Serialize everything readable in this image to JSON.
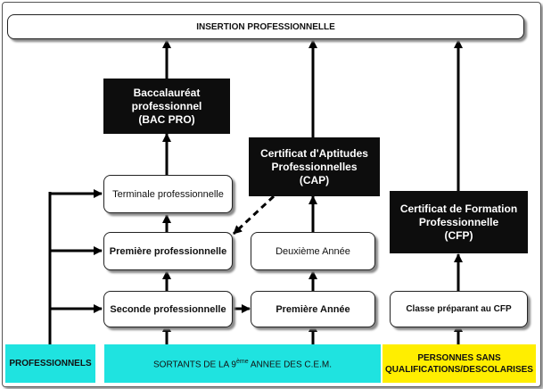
{
  "colors": {
    "cyan": "#1fe3e0",
    "yellow": "#ffee00",
    "black": "#0d0d0d",
    "line": "#000000"
  },
  "top_bar": {
    "label": "INSERTION PROFESSIONNELLE"
  },
  "diplomas": {
    "bac_pro": {
      "line1": "Baccalauréat",
      "line2": "professionnel",
      "line3": "(BAC PRO)"
    },
    "cap": {
      "line1": "Certificat d'Aptitudes",
      "line2": "Professionnelles",
      "line3": "(CAP)"
    },
    "cfp": {
      "line1": "Certificat de Formation",
      "line2": "Professionnelle",
      "line3": "(CFP)"
    }
  },
  "bac_track": {
    "terminale": "Terminale professionnelle",
    "premiere": "Première professionnelle",
    "seconde": "Seconde professionnelle"
  },
  "cap_track": {
    "deuxieme": "Deuxième Année",
    "premiere": "Première Année"
  },
  "cfp_track": {
    "classe": "Classe préparant au CFP"
  },
  "footer": {
    "professionnels": "PROFESSIONNELS",
    "sortants_before": "SORTANTS DE LA 9",
    "sortants_sup": "ème",
    "sortants_after": " ANNEE DES C.E.M.",
    "personnes_line1": "PERSONNES SANS",
    "personnes_line2": "QUALIFICATIONS/DESCOLARISES"
  }
}
